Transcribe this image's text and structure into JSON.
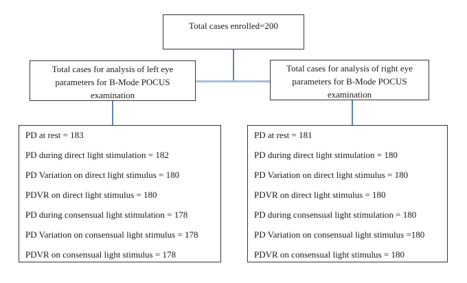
{
  "flowchart": {
    "top_box": {
      "label": "Total cases enrolled=200"
    },
    "left_branch": {
      "header_lines": [
        "Total cases for analysis of left eye",
        "parameters for B-Mode POCUS",
        "examination"
      ],
      "items": [
        "PD at rest = 183",
        "PD during direct light stimulation = 182",
        "PD Variation on direct light stimulus = 180",
        "PDVR on direct light stimulus = 180",
        "PD during consensual light stimulation = 178",
        "PD Variation on consensual light stimulus = 178",
        "PDVR on consensual light stimulus = 178"
      ]
    },
    "right_branch": {
      "header_lines": [
        "Total cases for analysis of right eye",
        "parameters for B-Mode POCUS",
        "examination"
      ],
      "items": [
        "PD at rest = 181",
        "PD during direct light stimulation = 180",
        "PD Variation on direct light stimulus = 180",
        "PDVR on direct light stimulus = 180",
        "PD during consensual light stimulation = 180",
        "PD Variation on consensual light stimulus =180",
        "PDVR on consensual light stimulus = 180"
      ]
    },
    "colors": {
      "background": "#ffffff",
      "box_border": "#333333",
      "connector_vertical": "#5b83b5",
      "connector_horizontal": "#a6bdd7"
    }
  }
}
